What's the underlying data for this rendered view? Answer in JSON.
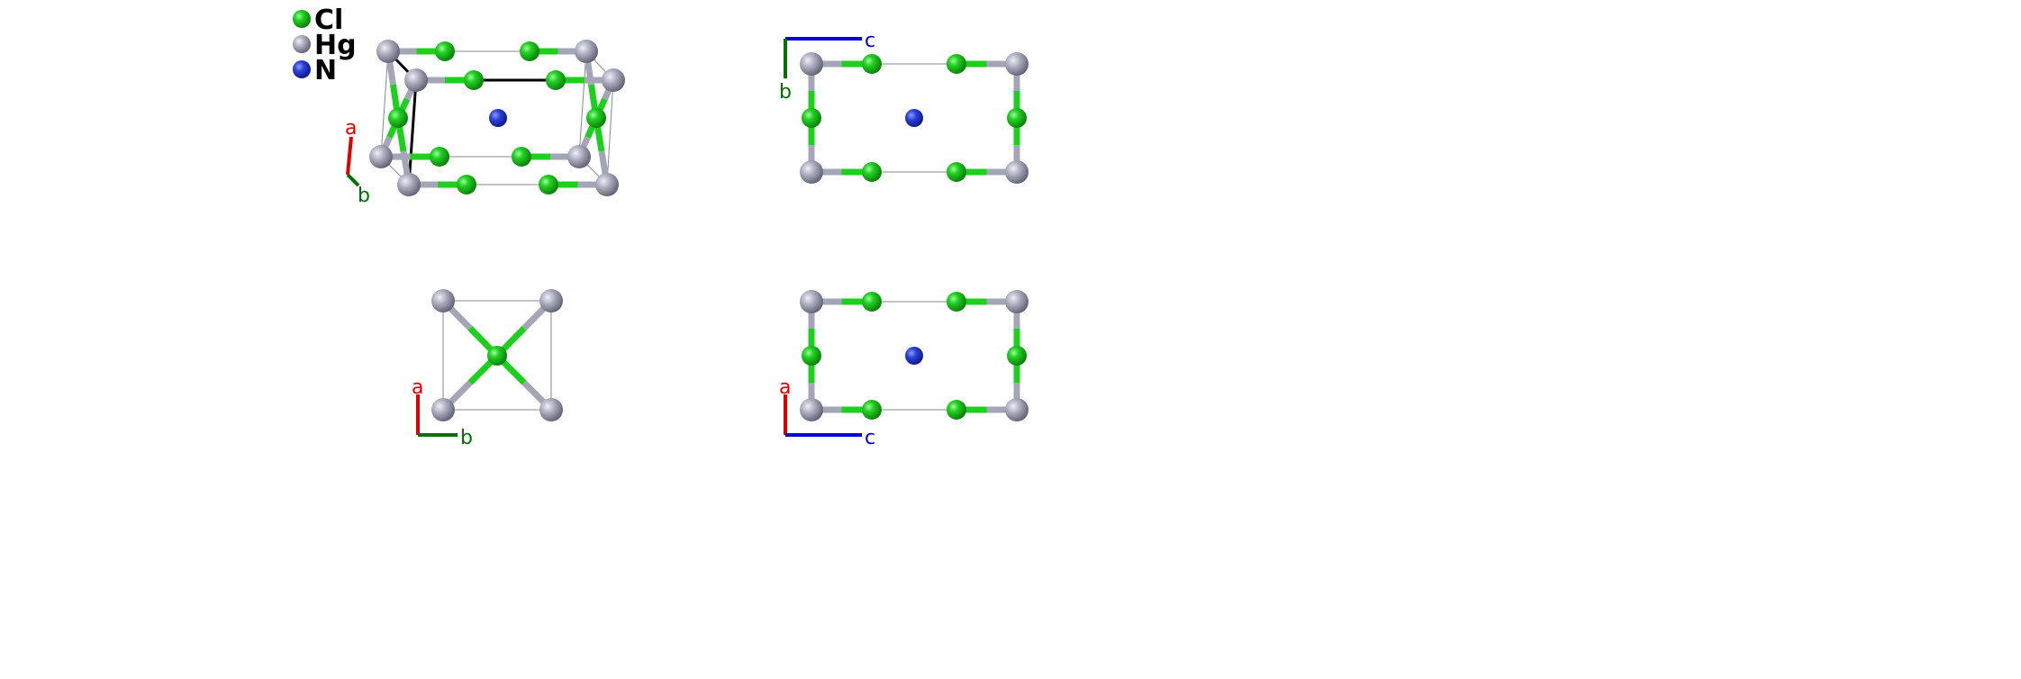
{
  "legend": [
    {
      "label": "Cl",
      "color": "#1ed01e"
    },
    {
      "label": "Hg",
      "color": "#b0b2c4"
    },
    {
      "label": "N",
      "color": "#2a3fd8"
    }
  ],
  "axes": {
    "a": {
      "label": "a",
      "color": "#e00000"
    },
    "b": {
      "label": "b",
      "color": "#007000"
    },
    "c": {
      "label": "c",
      "color": "#0000d0"
    }
  },
  "views": [
    {
      "name": "perspective",
      "axis_labels": [
        "a",
        "b"
      ]
    },
    {
      "name": "along-a",
      "axis_labels": [
        "c",
        "b"
      ]
    },
    {
      "name": "along-c",
      "axis_labels": [
        "a",
        "b"
      ]
    },
    {
      "name": "along-b",
      "axis_labels": [
        "a",
        "c"
      ]
    }
  ]
}
